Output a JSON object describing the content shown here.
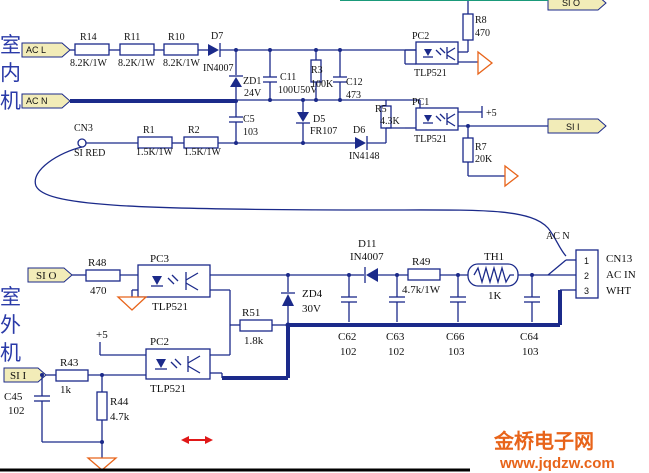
{
  "sections": {
    "indoor": "室内机",
    "outdoor": "室外机"
  },
  "ports": {
    "acl": "AC L",
    "acn_left": "AC N",
    "si_top_right": "SI O",
    "si_mid_right": "SI I",
    "si_out_left": "SI O",
    "si_in_left": "SI I",
    "acn_right": "AC N"
  },
  "connectors": {
    "cn3_ref": "CN3",
    "cn3_label": "SI  RED",
    "cn13_ref": "CN13",
    "cn13_ac_in": "AC IN",
    "cn13_wht": "WHT",
    "pins": [
      "1",
      "2",
      "3"
    ]
  },
  "components_indoor": {
    "r14": {
      "ref": "R14",
      "val": "8.2K/1W"
    },
    "r11": {
      "ref": "R11",
      "val": "8.2K/1W"
    },
    "r10": {
      "ref": "R10",
      "val": "8.2K/1W"
    },
    "d7": {
      "ref": "D7",
      "val": "IN4007"
    },
    "zd1": {
      "ref": "ZD1",
      "val": "24V"
    },
    "c11": {
      "ref": "C11",
      "val": "100U50V"
    },
    "r3": {
      "ref": "R3",
      "val": "100K"
    },
    "c12": {
      "ref": "C12",
      "val": "473"
    },
    "c5": {
      "ref": "C5",
      "val": "103"
    },
    "d5": {
      "ref": "D5",
      "val": "FR107"
    },
    "d6": {
      "ref": "D6",
      "val": "IN4148"
    },
    "r5": {
      "ref": "R5",
      "val": "4.3K"
    },
    "pc2": {
      "ref": "PC2",
      "val": "TLP521"
    },
    "pc1": {
      "ref": "PC1",
      "val": "TLP521"
    },
    "r8": {
      "ref": "R8",
      "val": "470"
    },
    "r7": {
      "ref": "R7",
      "val": "20K"
    },
    "r1": {
      "ref": "R1",
      "val": "1.5K/1W"
    },
    "r2": {
      "ref": "R2",
      "val": "1.5K/1W"
    },
    "plus5": "+5"
  },
  "components_outdoor": {
    "r48": {
      "ref": "R48",
      "val": "470"
    },
    "pc3": {
      "ref": "PC3",
      "val": "TLP521"
    },
    "pc2": {
      "ref": "PC2",
      "val": "TLP521"
    },
    "r51": {
      "ref": "R51",
      "val": "1.8k"
    },
    "zd4": {
      "ref": "ZD4",
      "val": "30V"
    },
    "d11": {
      "ref": "D11",
      "val": "IN4007"
    },
    "r49": {
      "ref": "R49",
      "val": "4.7k/1W"
    },
    "th1": {
      "ref": "TH1",
      "val": "1K"
    },
    "c62": {
      "ref": "C62",
      "val": "102"
    },
    "c63": {
      "ref": "C63",
      "val": "102"
    },
    "c66": {
      "ref": "C66",
      "val": "103"
    },
    "c64": {
      "ref": "C64",
      "val": "103"
    },
    "r43": {
      "ref": "R43",
      "val": "1k"
    },
    "r44": {
      "ref": "R44",
      "val": "4.7k"
    },
    "c45": {
      "ref": "C45",
      "val": "102"
    },
    "plus5": "+5"
  },
  "watermark": {
    "brand": "金桥电子网",
    "url": "www.jqdzw.com"
  },
  "colors": {
    "wire": "#1b2a8a",
    "port_fill": "#f2ecb8",
    "watermark": "#e8641a",
    "ground": "#e8641a"
  }
}
